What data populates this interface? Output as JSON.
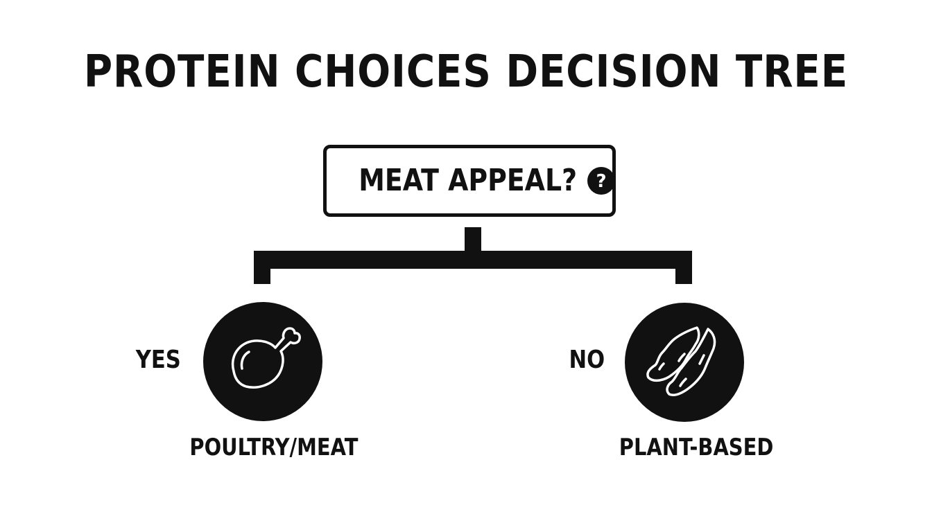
{
  "title": "PROTEIN CHOICES DECISION TREE",
  "question": {
    "text": "MEAT APPEAL?",
    "icon": "question-circle-icon"
  },
  "branches": [
    {
      "answer": "YES",
      "icon": "chicken-drumstick-icon",
      "caption": "POULTRY/MEAT"
    },
    {
      "answer": "NO",
      "icon": "legume-pods-icon",
      "caption": "PLANT-BASED"
    }
  ],
  "colors": {
    "ink": "#111111",
    "background": "#ffffff"
  }
}
